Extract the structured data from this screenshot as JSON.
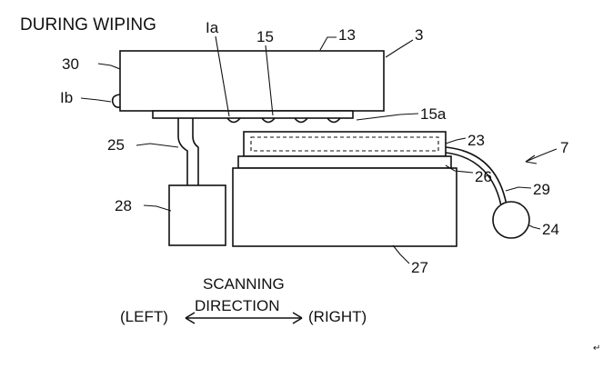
{
  "title": "DURING WIPING",
  "labels": {
    "l_ia": "Ia",
    "l_15": "15",
    "l_13": "13",
    "l_3": "3",
    "l_30": "30",
    "l_ib": "Ib",
    "l_15a": "15a",
    "l_25": "25",
    "l_23": "23",
    "l_7": "7",
    "l_26": "26",
    "l_29": "29",
    "l_28": "28",
    "l_24": "24",
    "l_27": "27"
  },
  "direction": {
    "line1": "SCANNING",
    "line2": "DIRECTION",
    "left": "(LEFT)",
    "right": "(RIGHT)"
  },
  "corner_mark": "↵"
}
